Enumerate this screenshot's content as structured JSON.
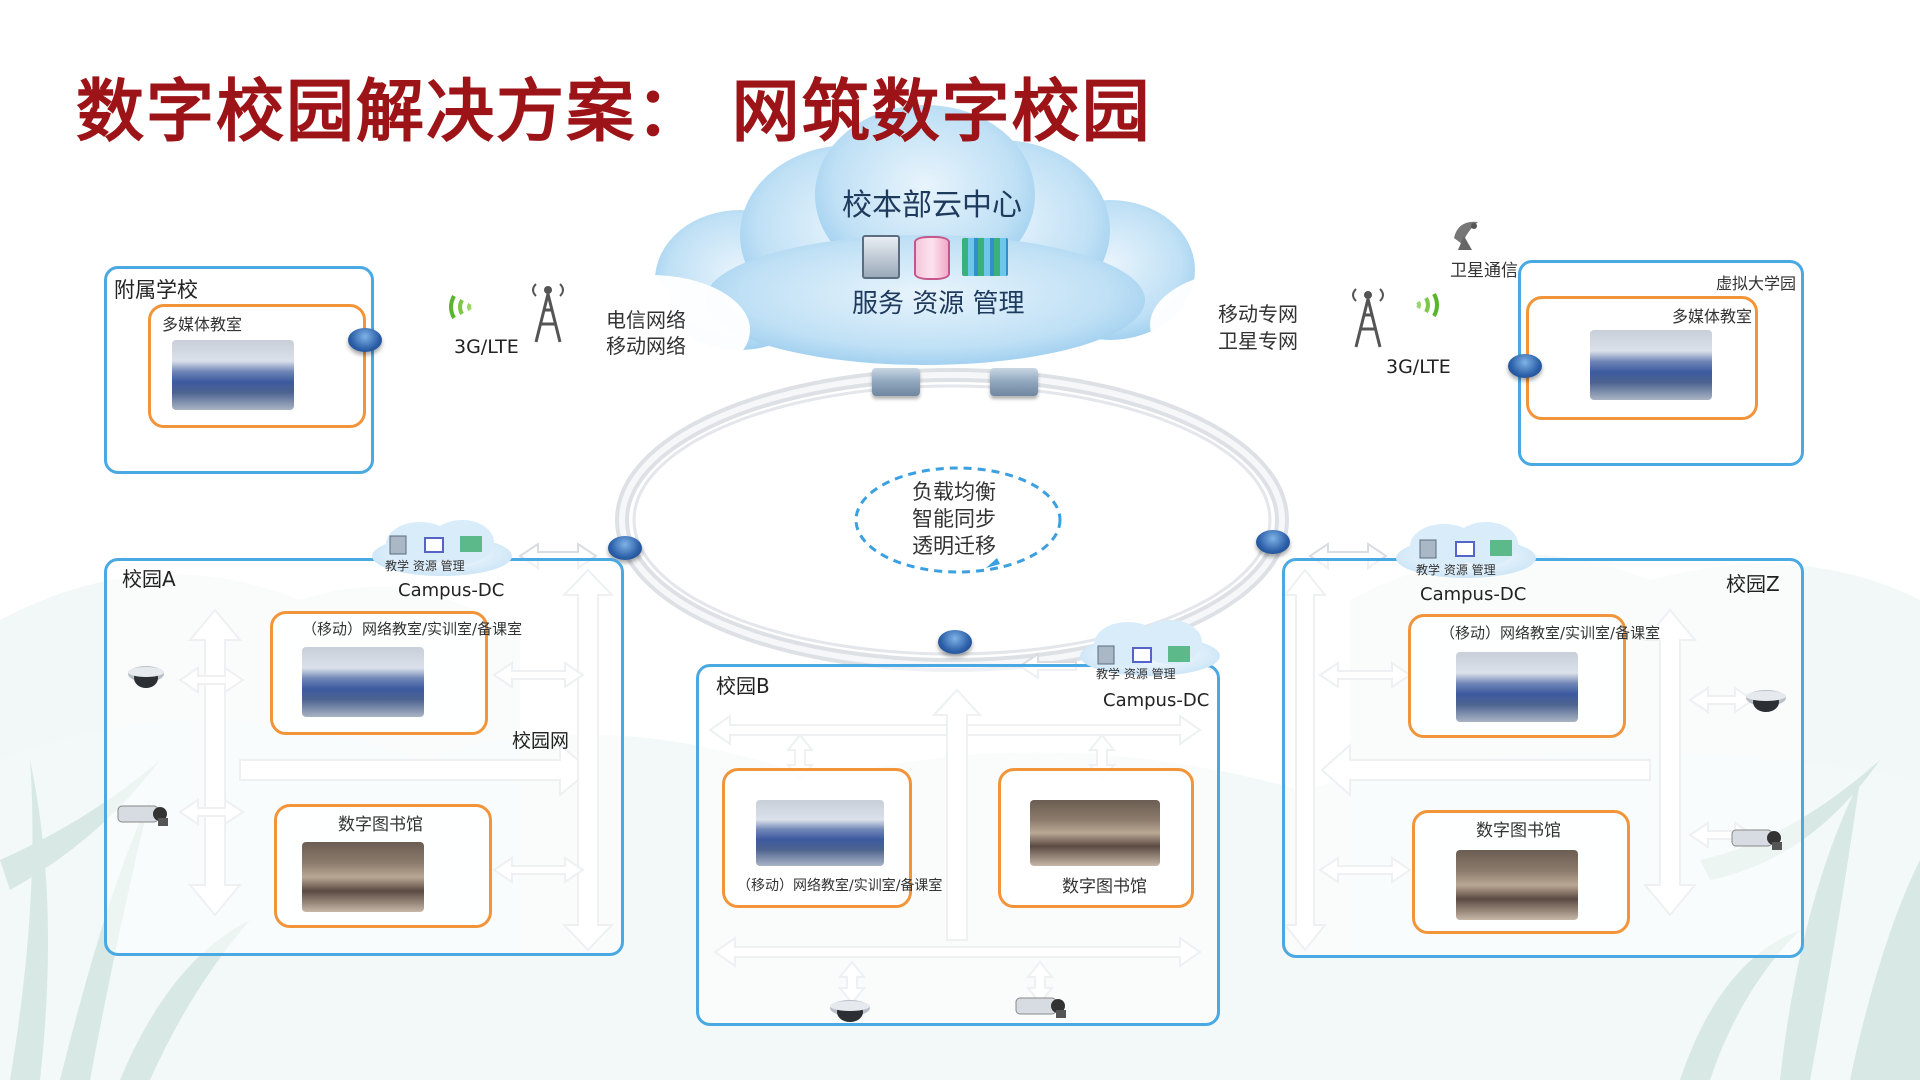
{
  "title": "数字校园解决方案：  网筑数字校园",
  "cloud_center": {
    "title": "校本部云中心",
    "services": "服务 资源 管理"
  },
  "left_network": {
    "line1": "电信网络",
    "line2": "移动网络",
    "signal": "3G/LTE"
  },
  "right_network": {
    "line1": "移动专网",
    "line2": "卫星专网",
    "signal": "3G/LTE",
    "satellite": "卫星通信"
  },
  "ring_center": {
    "line1": "负载均衡",
    "line2": "智能同步",
    "line3": "透明迁移"
  },
  "affiliated_school": {
    "title": "附属学校",
    "room": "多媒体教室"
  },
  "virtual_college": {
    "title": "虚拟大学园",
    "room": "多媒体教室"
  },
  "campus_a": {
    "title": "校园A",
    "dc_services": "教学 资源  管理",
    "dc_label": "Campus-DC",
    "classroom": "（移动）网络教室/实训室/备课室",
    "network": "校园网",
    "library": "数字图书馆"
  },
  "campus_b": {
    "title": "校园B",
    "dc_services": "教学 资源  管理",
    "dc_label": "Campus-DC",
    "classroom": "（移动）网络教室/实训室/备课室",
    "library": "数字图书馆"
  },
  "campus_z": {
    "title": "校园Z",
    "dc_services": "教学 资源  管理",
    "dc_label": "Campus-DC",
    "classroom": "（移动）网络教室/实训室/备课室",
    "library": "数字图书馆"
  },
  "colors": {
    "title": "#9c1418",
    "blue_frame": "#4aa9e3",
    "orange_frame": "#f2953a",
    "dashed": "#3aa0e0"
  }
}
